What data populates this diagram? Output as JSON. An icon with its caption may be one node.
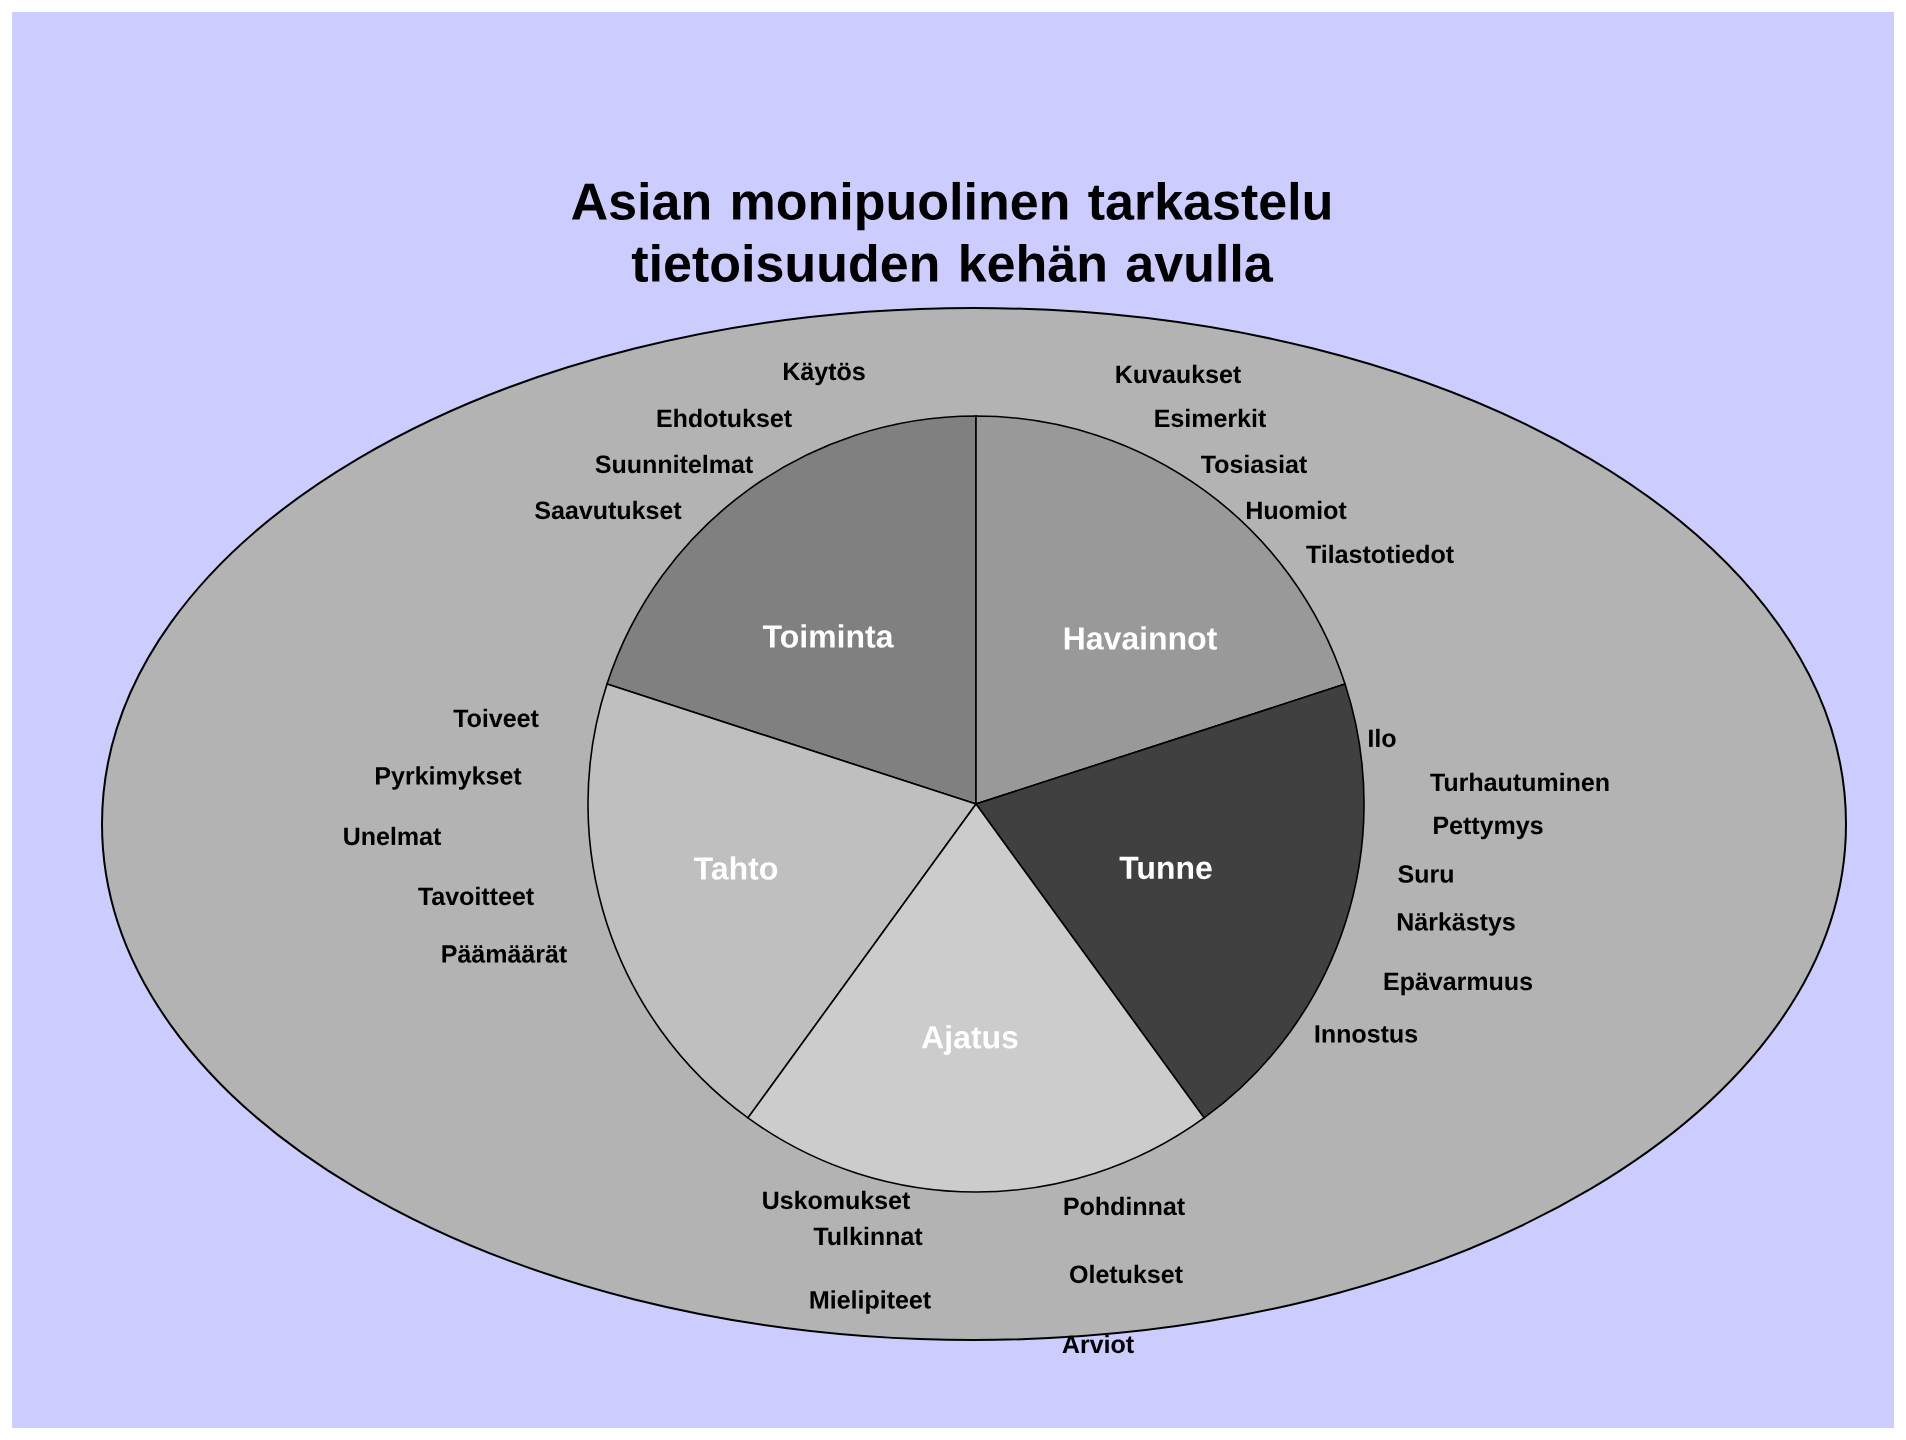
{
  "diagram": {
    "title": "Asian monipuolinen tarkastelu tietoisuuden kehän avulla",
    "nodes": [
      {
        "text": [
          "Toiminta"
        ],
        "beside": [
          "Käytös",
          "Ehdotukset",
          "Suunnitelmat",
          "Saavutukset"
        ]
      },
      {
        "text": [
          "Havainnot"
        ],
        "beside": [
          "Kuvaukset",
          "Esimerkit",
          "Tosiasiat",
          "Huomiot",
          "Tilastotiedot"
        ]
      },
      {
        "text": [
          "Tahto"
        ],
        "beside": [
          "Toiveet",
          "Pyrkimykset",
          "Unelmat",
          "Tavoitteet",
          "Päämäärät"
        ]
      },
      {
        "text": [
          "Tunne"
        ],
        "beside": [
          "Ilo",
          "Turhautuminen",
          "Pettymys",
          "Suru",
          "Närkästys",
          "Epävarmuus",
          "Innostus"
        ]
      },
      {
        "text": [
          "Ajatus"
        ],
        "beside": [
          "Uskomukset",
          "Pohdinnat",
          "Tulkinnat",
          "Oletukset",
          "Mielipiteet",
          "Arviot"
        ]
      }
    ]
  }
}
